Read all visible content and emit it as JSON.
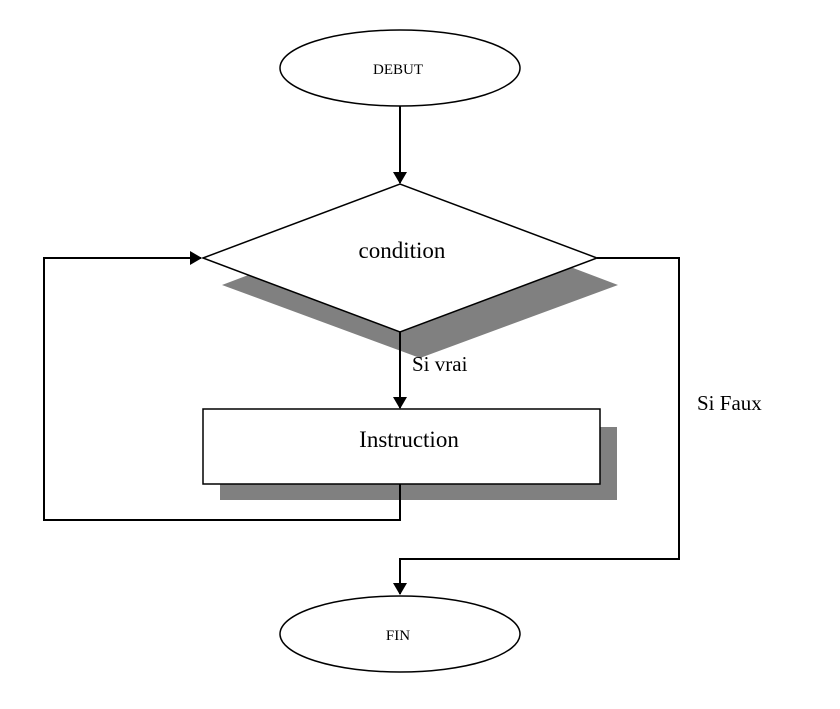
{
  "diagram": {
    "type": "flowchart",
    "nodes": {
      "start": {
        "shape": "ellipse",
        "label": "DEBUT"
      },
      "condition": {
        "shape": "diamond",
        "label": "condition"
      },
      "instruction": {
        "shape": "rectangle",
        "label": "Instruction"
      },
      "end": {
        "shape": "ellipse",
        "label": "FIN"
      }
    },
    "edges": {
      "true_label": "Si vrai",
      "false_label": "Si Faux"
    },
    "colors": {
      "stroke": "#000000",
      "fill": "#ffffff",
      "shadow": "#808080"
    }
  }
}
